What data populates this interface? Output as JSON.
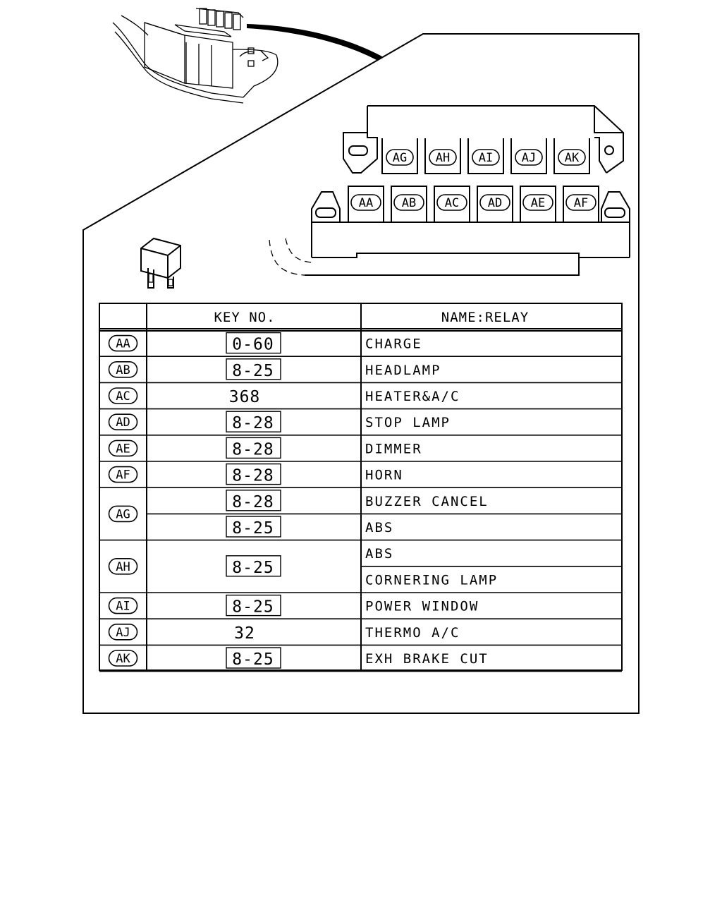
{
  "colors": {
    "ink": "#000000",
    "paper": "#ffffff"
  },
  "relay_box": {
    "top_row": [
      "AG",
      "AH",
      "AI",
      "AJ",
      "AK"
    ],
    "bottom_row": [
      "AA",
      "AB",
      "AC",
      "AD",
      "AE",
      "AF"
    ]
  },
  "table": {
    "header_key": "KEY NO.",
    "header_name": "NAME:RELAY",
    "rows": [
      {
        "code": "AA",
        "entries": [
          {
            "key": "0-60",
            "boxed": true,
            "names": [
              "CHARGE"
            ]
          }
        ]
      },
      {
        "code": "AB",
        "entries": [
          {
            "key": "8-25",
            "boxed": true,
            "names": [
              "HEADLAMP"
            ]
          }
        ]
      },
      {
        "code": "AC",
        "entries": [
          {
            "key": "368",
            "boxed": false,
            "names": [
              "HEATER&A/C"
            ]
          }
        ]
      },
      {
        "code": "AD",
        "entries": [
          {
            "key": "8-28",
            "boxed": true,
            "names": [
              "STOP LAMP"
            ]
          }
        ]
      },
      {
        "code": "AE",
        "entries": [
          {
            "key": "8-28",
            "boxed": true,
            "names": [
              "DIMMER"
            ]
          }
        ]
      },
      {
        "code": "AF",
        "entries": [
          {
            "key": "8-28",
            "boxed": true,
            "names": [
              "HORN"
            ]
          }
        ]
      },
      {
        "code": "AG",
        "entries": [
          {
            "key": "8-28",
            "boxed": true,
            "names": [
              "BUZZER CANCEL"
            ]
          },
          {
            "key": "8-25",
            "boxed": true,
            "names": [
              "ABS"
            ]
          }
        ]
      },
      {
        "code": "AH",
        "entries": [
          {
            "key": "8-25",
            "boxed": true,
            "names": [
              "ABS",
              "CORNERING LAMP"
            ]
          }
        ]
      },
      {
        "code": "AI",
        "entries": [
          {
            "key": "8-25",
            "boxed": true,
            "names": [
              "POWER WINDOW"
            ]
          }
        ]
      },
      {
        "code": "AJ",
        "entries": [
          {
            "key": "32",
            "boxed": false,
            "names": [
              "THERMO A/C"
            ]
          }
        ]
      },
      {
        "code": "AK",
        "entries": [
          {
            "key": "8-25",
            "boxed": true,
            "names": [
              "EXH BRAKE CUT"
            ]
          }
        ]
      }
    ]
  }
}
